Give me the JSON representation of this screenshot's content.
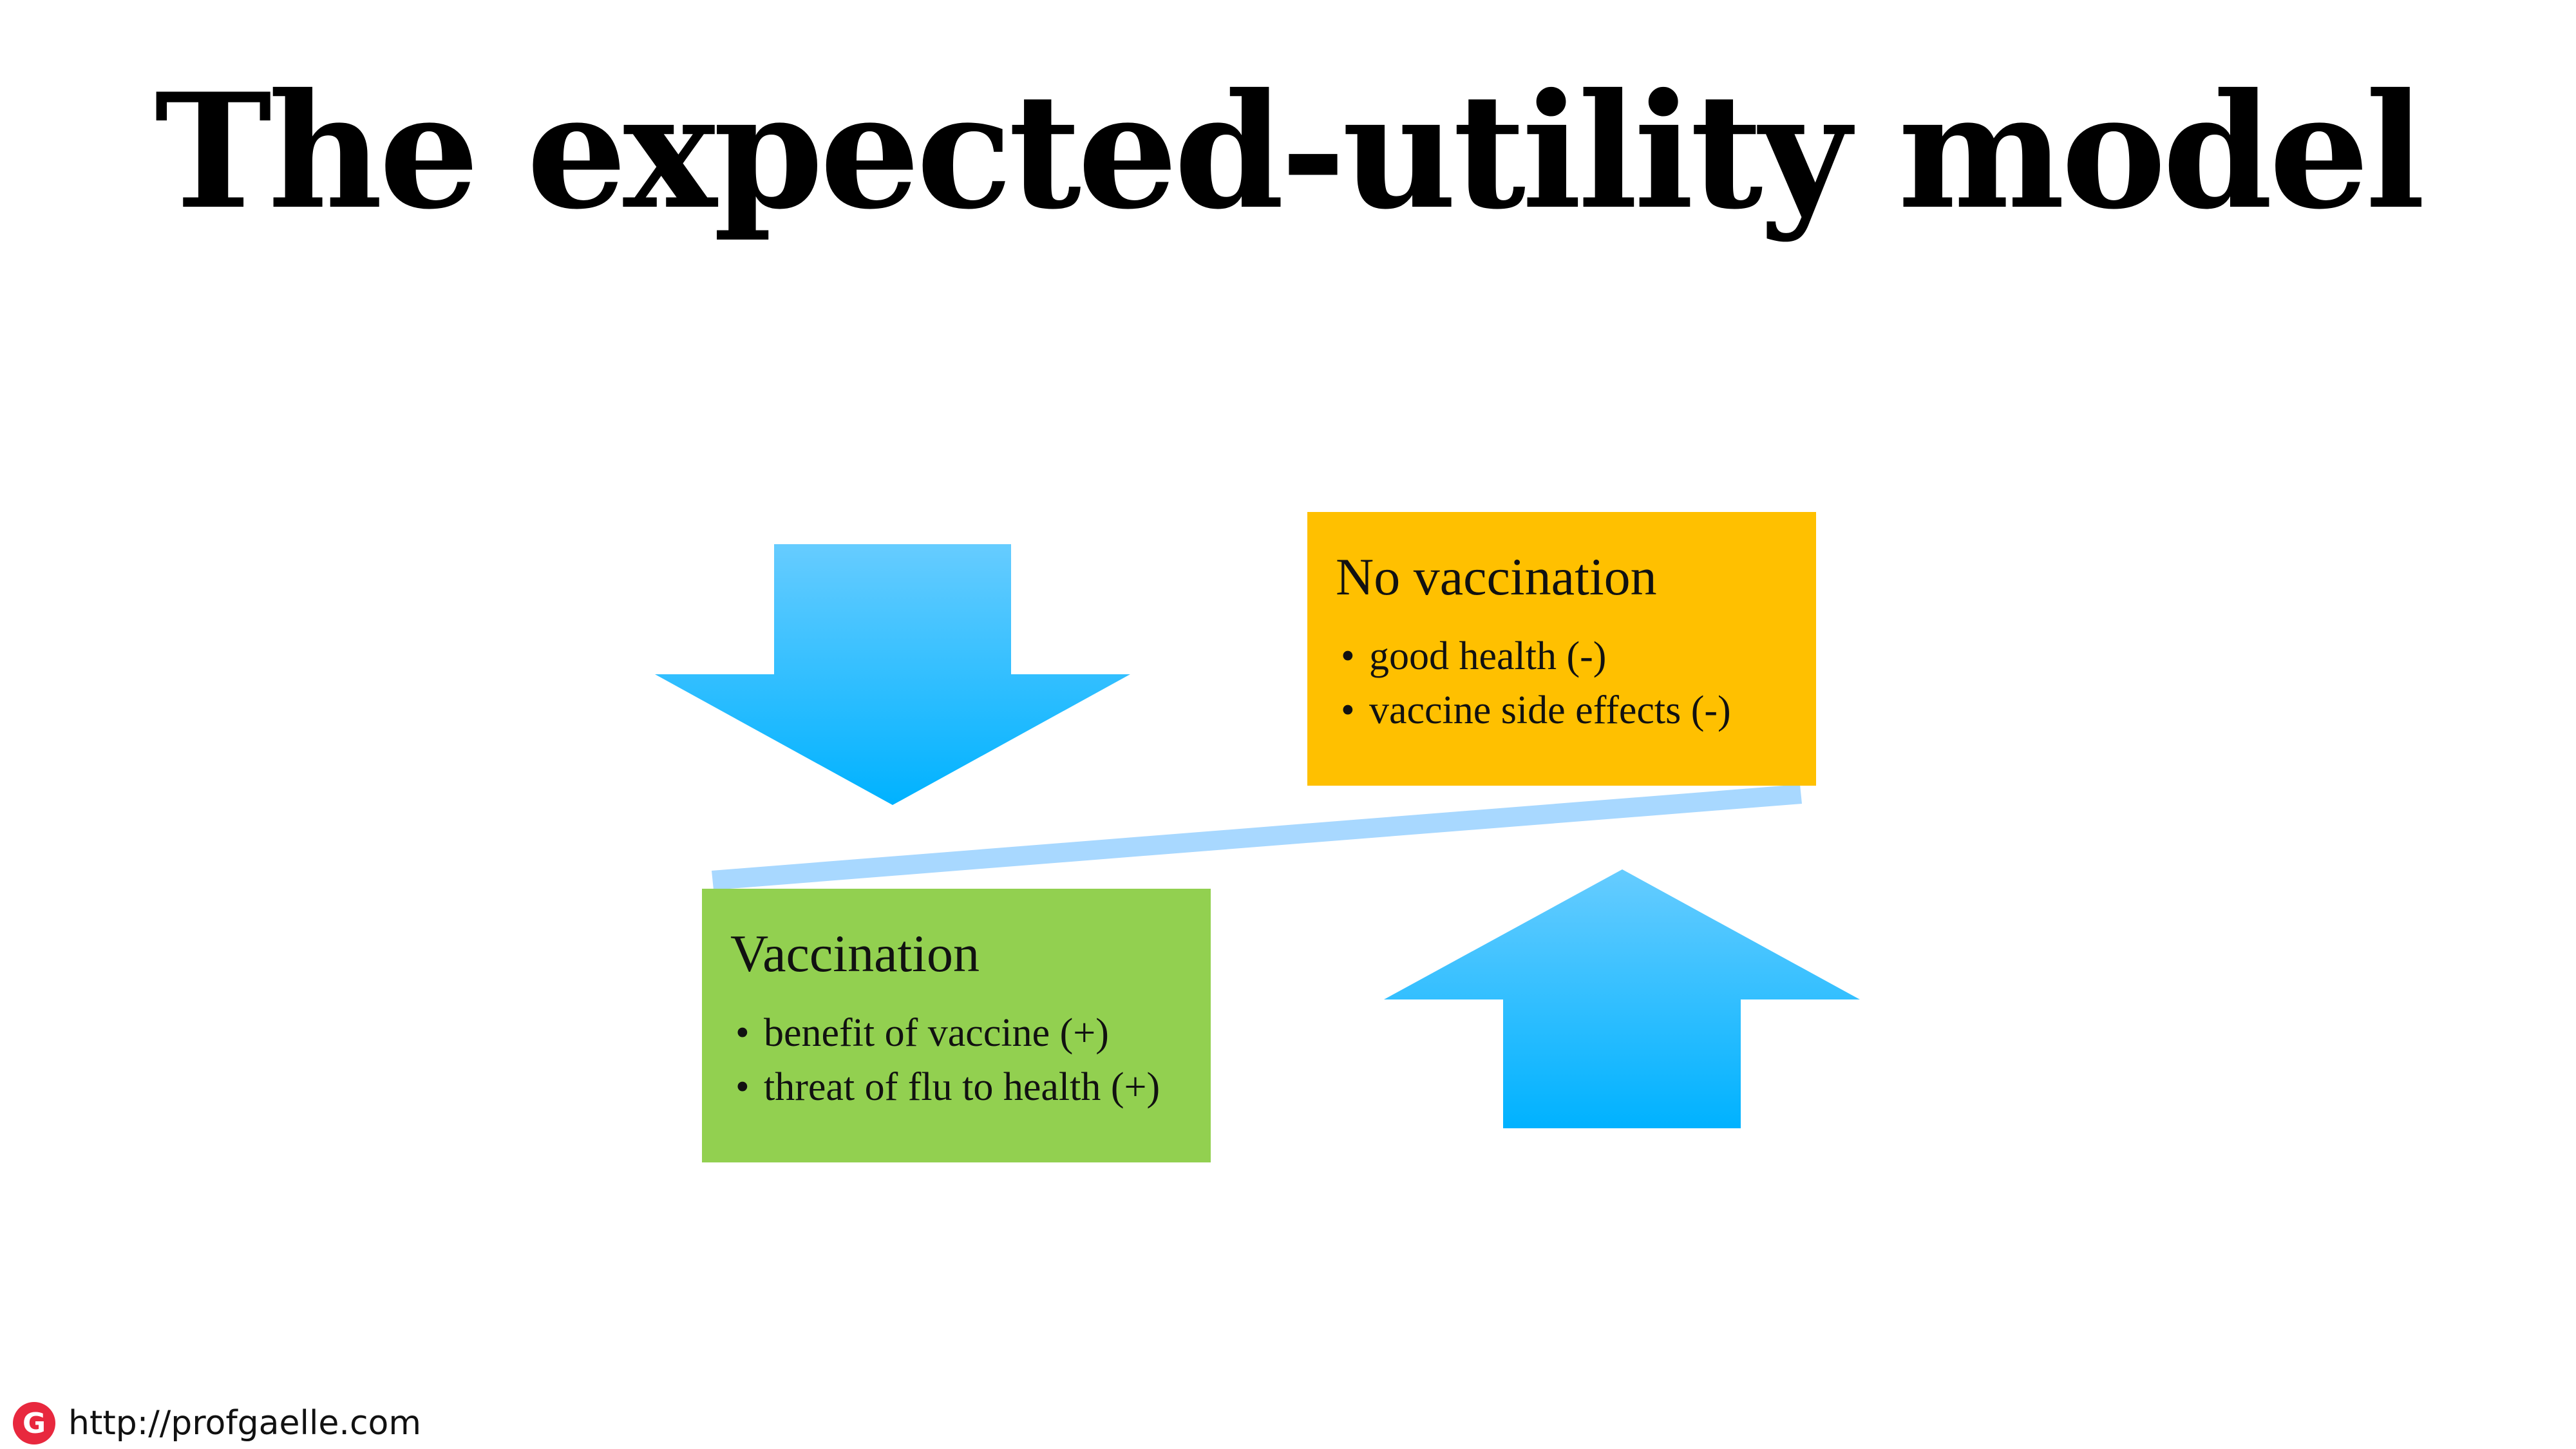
{
  "title": "The expected-utility model",
  "colors": {
    "arrow_top": "#66ccff",
    "arrow_bottom": "#00b2ff",
    "beam": "#a8d8ff",
    "no_vaccination_box": "#ffc000",
    "vaccination_box": "#92d050",
    "logo": "#e8283e"
  },
  "no_vaccination": {
    "title": "No vaccination",
    "items": [
      "good health (-)",
      "vaccine side effects (-)"
    ]
  },
  "vaccination": {
    "title": "Vaccination",
    "items": [
      "benefit of vaccine (+)",
      "threat of flu to health (+)"
    ]
  },
  "bullet_char": "•",
  "footer": {
    "logo_letter": "G",
    "url": "http://profgaelle.com"
  }
}
